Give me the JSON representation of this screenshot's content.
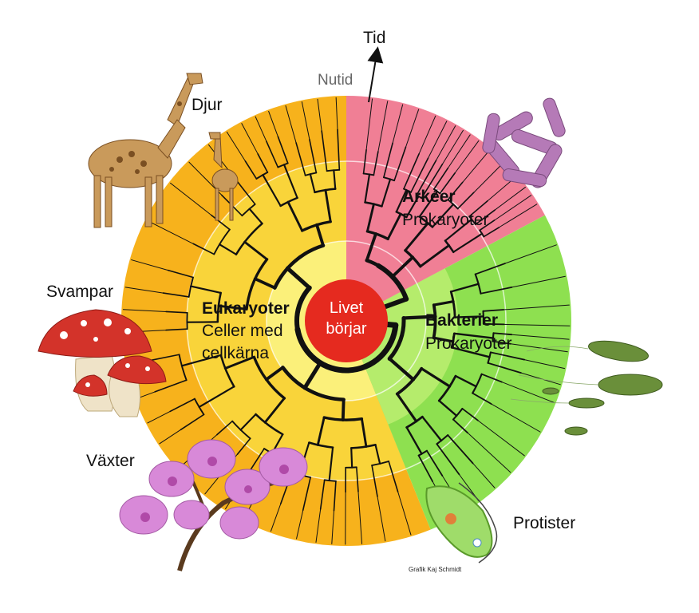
{
  "axis": {
    "time_label": "Tid",
    "present_label": "Nutid"
  },
  "center": {
    "line1": "Livet",
    "line2": "börjar"
  },
  "domains": {
    "eukaryotes": {
      "title": "Eukaryoter",
      "line2": "Celler med",
      "line3": "cellkärna"
    },
    "archaea": {
      "title": "Arkéer",
      "subtitle": "Prokaryoter"
    },
    "bacteria": {
      "title": "Bakterier",
      "subtitle": "Prokaryoter"
    }
  },
  "groups": {
    "animals": "Djur",
    "fungi": "Svampar",
    "plants": "Växter",
    "protists": "Protister"
  },
  "credit": "Grafik Kaj Schmidt",
  "colors": {
    "eukaryote_outer": "#f7b21c",
    "eukaryote_mid": "#f9d43a",
    "eukaryote_inner": "#fbf07a",
    "archaea": "#f07f95",
    "bacteria_outer": "#8ee050",
    "bacteria_inner": "#b5ec6c",
    "center": "#e52a1f",
    "branch": "#111111"
  }
}
